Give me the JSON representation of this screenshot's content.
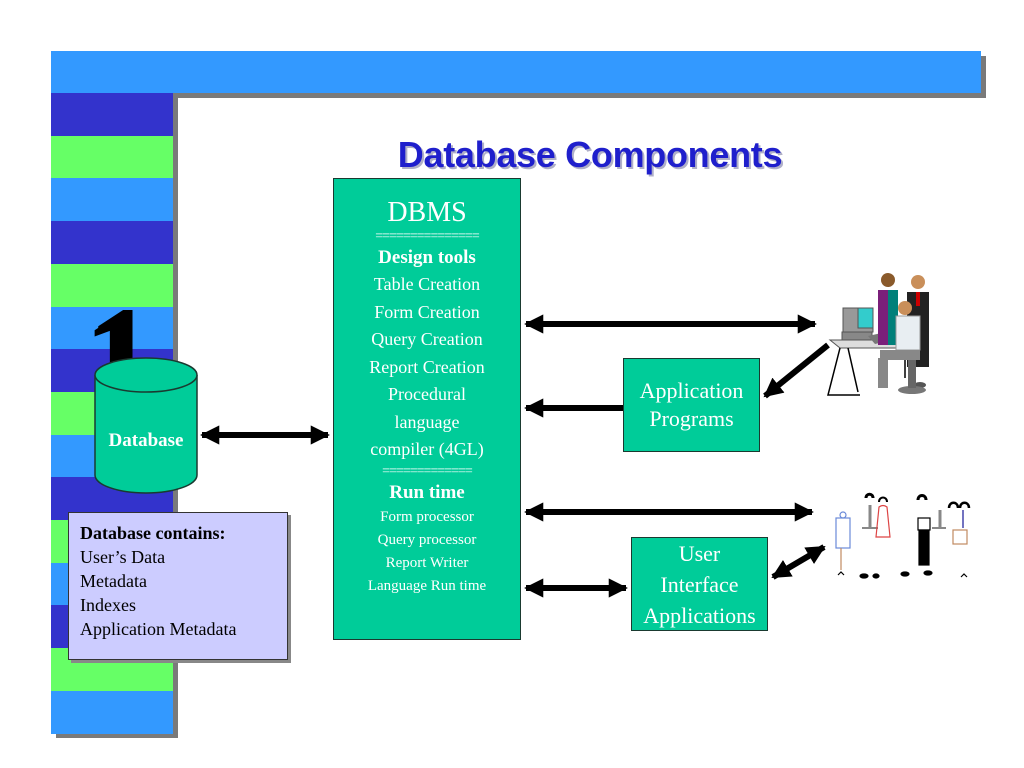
{
  "slide": {
    "title": "Database Components",
    "slide_number": "1"
  },
  "colors": {
    "top_bar": "#3399ff",
    "stripe_dark_blue": "#3333cc",
    "stripe_green": "#66ff66",
    "stripe_light_blue": "#3399ff",
    "box_fill": "#00cc99",
    "contains_fill": "#ccccff",
    "title_color": "#1f1fcc"
  },
  "database": {
    "label": "Database"
  },
  "contains": {
    "heading": "Database contains:",
    "items": [
      "User’s Data",
      "Metadata",
      "Indexes",
      "Application Metadata"
    ]
  },
  "dbms": {
    "title": "DBMS",
    "separator_1": "===============",
    "design_tools": {
      "heading": "Design tools",
      "items": [
        "Table Creation",
        "Form Creation",
        "Query Creation",
        "Report Creation",
        "Procedural",
        "language",
        "compiler (4GL)"
      ]
    },
    "separator_2": "=============",
    "run_time": {
      "heading": "Run time",
      "items": [
        "Form processor",
        "Query processor",
        "Report Writer",
        "Language Run time"
      ]
    }
  },
  "application_programs": {
    "lines": [
      "Application",
      "Programs"
    ]
  },
  "ui_applications": {
    "lines": [
      "User",
      "Interface",
      "Applications"
    ]
  },
  "actors": {
    "office_workers": "office-workers-at-computer",
    "end_users": "group-of-end-users"
  }
}
